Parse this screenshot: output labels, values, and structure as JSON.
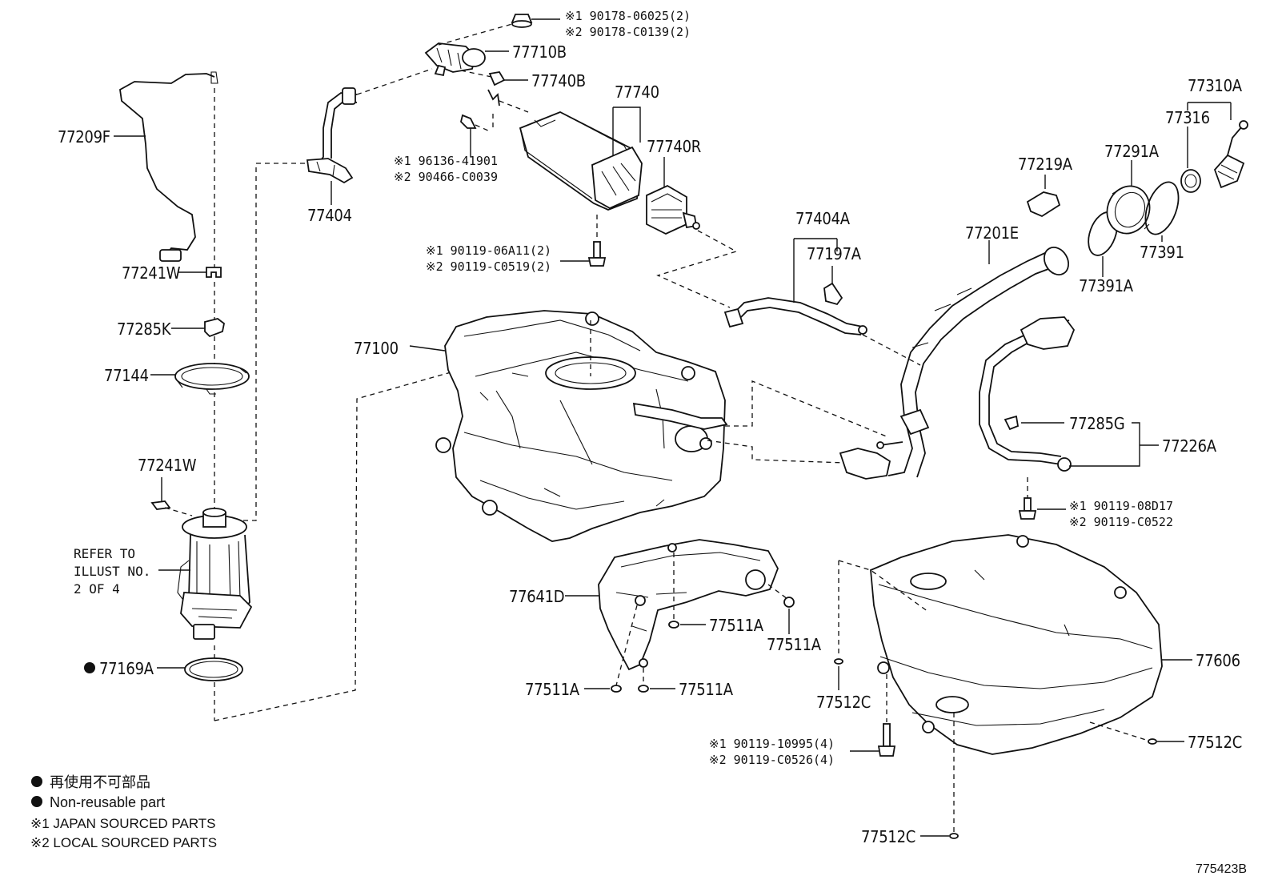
{
  "diagram": {
    "drawing_code": "775423B",
    "parts": {
      "p77209F": "77209F",
      "p77241W_a": "77241W",
      "p77285K": "77285K",
      "p77144": "77144",
      "p77241W_b": "77241W",
      "p77169A": "77169A",
      "p77404": "77404",
      "p77710B": "77710B",
      "p77740B": "77740B",
      "p77740": "77740",
      "p77740R": "77740R",
      "p77100": "77100",
      "p77404A": "77404A",
      "p77197A": "77197A",
      "p77219A": "77219A",
      "p77201E": "77201E",
      "p77291A": "77291A",
      "p77310A": "77310A",
      "p77316": "77316",
      "p77391": "77391",
      "p77391A": "77391A",
      "p77285G": "77285G",
      "p77226A": "77226A",
      "p77641D": "77641D",
      "p77511A_1": "77511A",
      "p77511A_2": "77511A",
      "p77511A_3": "77511A",
      "p77511A_4": "77511A",
      "p77606": "77606",
      "p77512C_1": "77512C",
      "p77512C_2": "77512C",
      "p77512C_3": "77512C"
    },
    "fasteners": {
      "f1_line1": "※1 90178-06025(2)",
      "f1_line2": "※2 90178-C0139(2)",
      "f2_line1": "※1 96136-41901",
      "f2_line2": "※2 90466-C0039",
      "f3_line1": "※1 90119-06A11(2)",
      "f3_line2": "※2 90119-C0519(2)",
      "f4_line1": "※1 90119-08D17",
      "f4_line2": "※2 90119-C0522",
      "f5_line1": "※1 90119-10995(4)",
      "f5_line2": "※2 90119-C0526(4)"
    },
    "refer_note": {
      "line1": "REFER TO",
      "line2": "ILLUST NO.",
      "line3": "2 OF 4"
    },
    "legend": {
      "item1": "再使用不可部品",
      "item2": "Non-reusable part",
      "item3": "※1 JAPAN SOURCED PARTS",
      "item4": "※2 LOCAL SOURCED PARTS"
    }
  }
}
